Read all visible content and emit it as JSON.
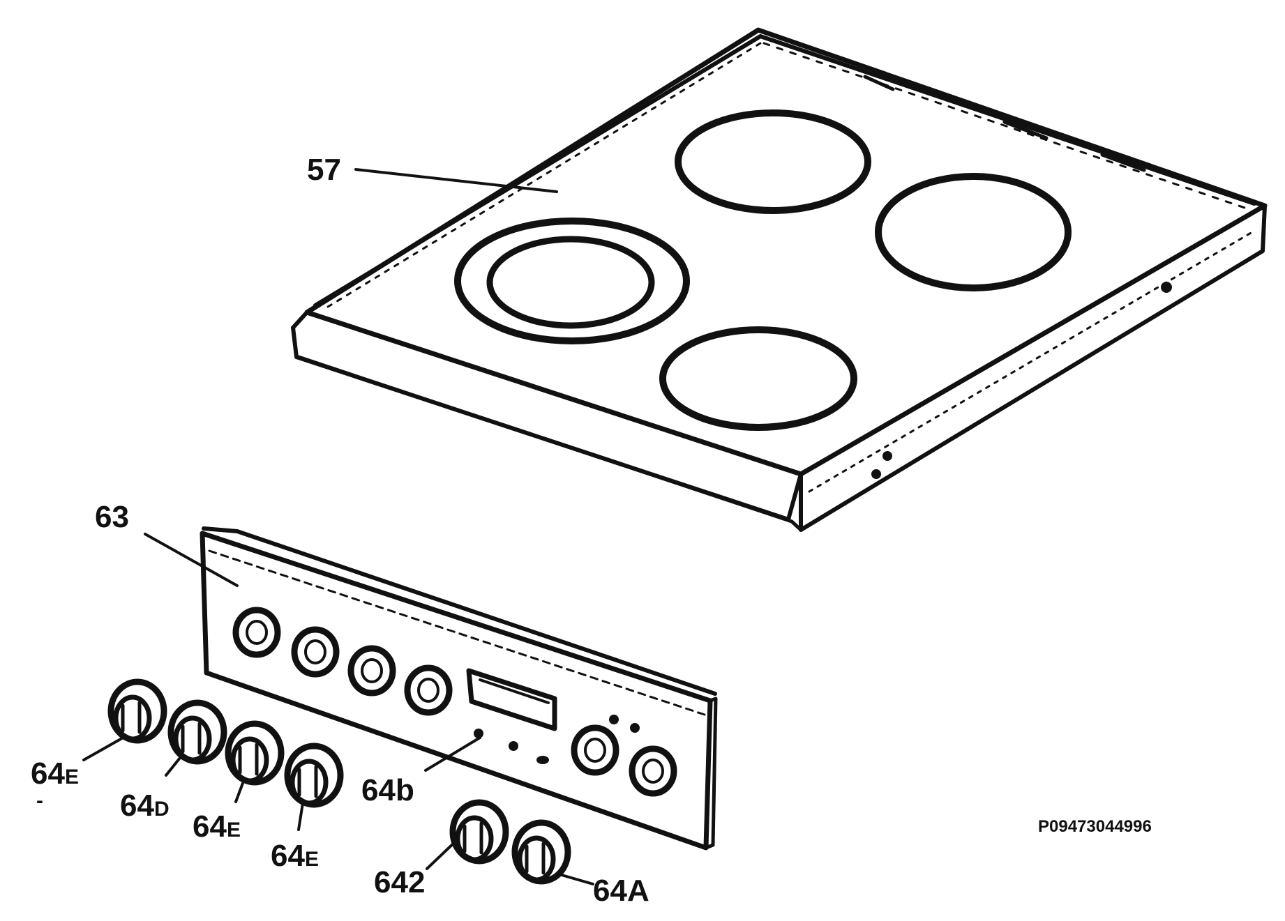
{
  "figure_code": "P09473044996",
  "parts": {
    "hob": {
      "number": "57"
    },
    "control_panel": {
      "number": "63"
    },
    "knob_1": {
      "number": "64",
      "suffix": "E"
    },
    "knob_2": {
      "number": "64",
      "suffix": "D"
    },
    "knob_3": {
      "number": "64",
      "suffix": "E"
    },
    "knob_4": {
      "number": "64",
      "suffix": "E"
    },
    "indicator_lamp": {
      "number": "64b"
    },
    "knob_5": {
      "number": "642"
    },
    "knob_6": {
      "number": "64A"
    }
  },
  "stray_mark": "-"
}
